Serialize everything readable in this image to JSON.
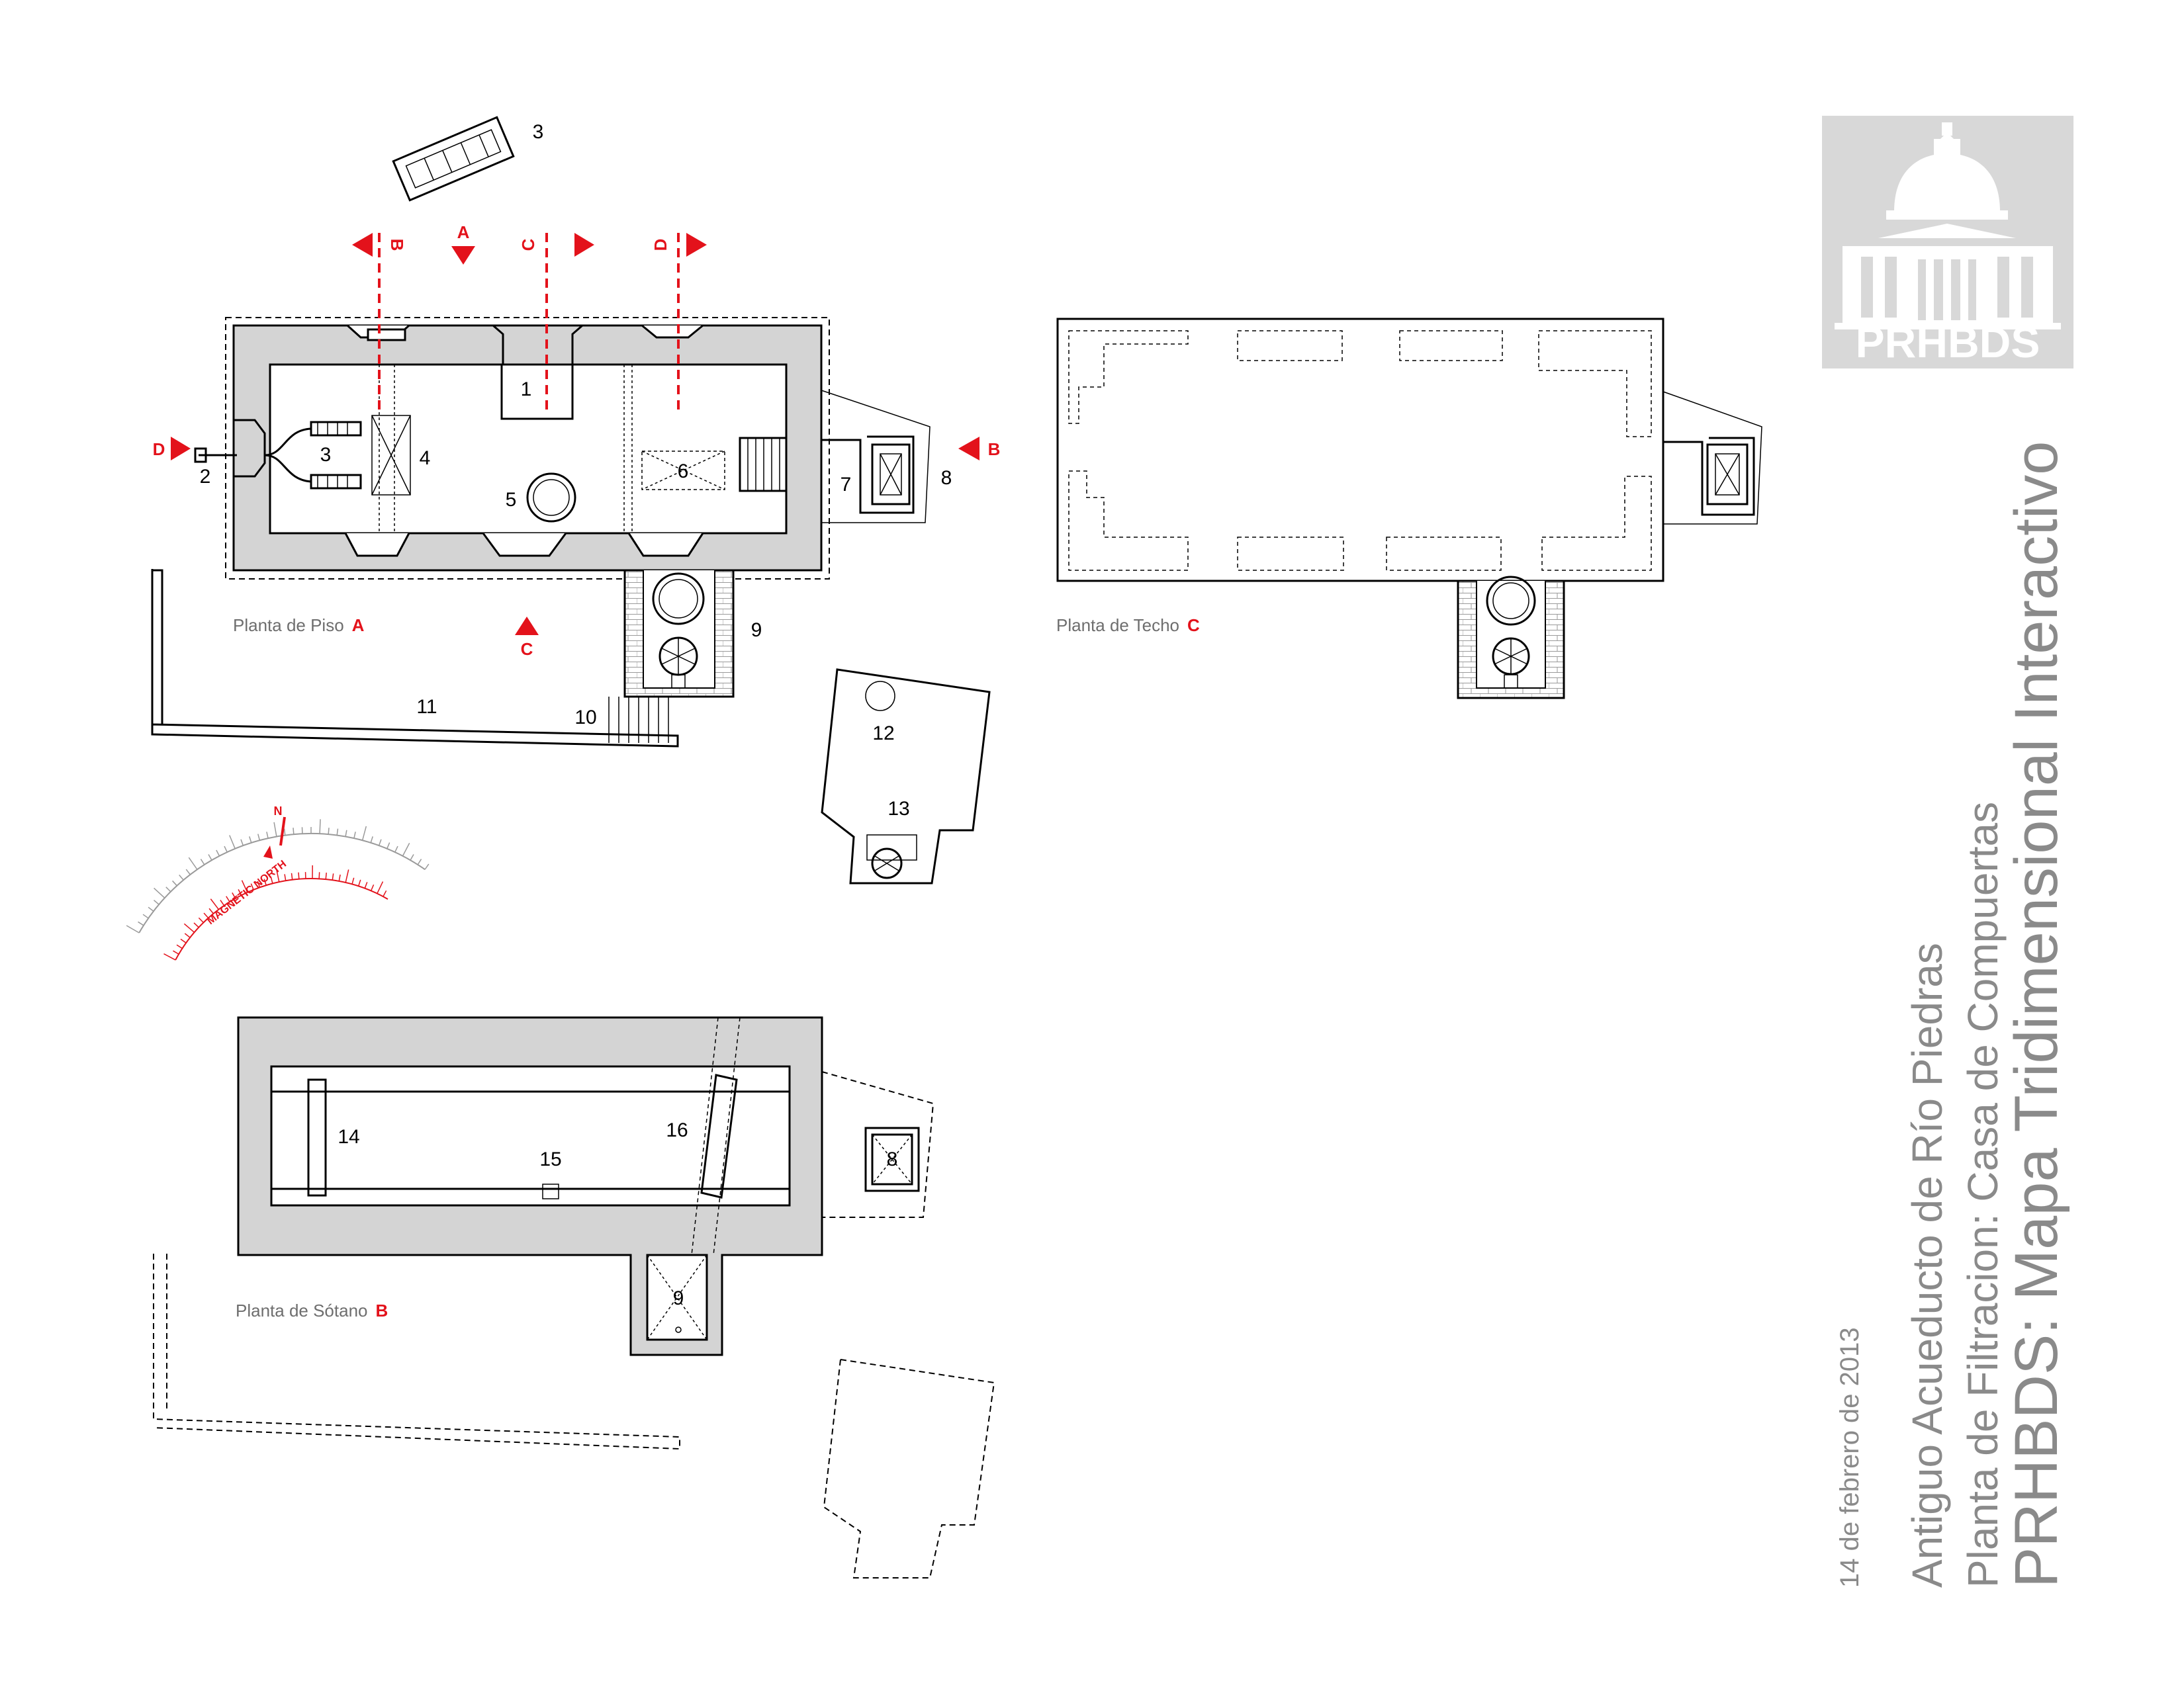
{
  "title": {
    "line1": "PRHBDS: Mapa Tridimensional Interactivo",
    "line2": "Planta de Filtracion: Casa de Compuertas",
    "line3": "Antiguo Acueducto de Río Piedras",
    "date": "14 de febrero de 2013"
  },
  "logo": {
    "text": "PRHBDS"
  },
  "plans": {
    "floor": {
      "label": "Planta de Piso",
      "code": "A"
    },
    "roof": {
      "label": "Planta de Techo",
      "code": "C"
    },
    "basement": {
      "label": "Planta de Sótano",
      "code": "B"
    }
  },
  "section_cuts": {
    "a": "A",
    "b": "B",
    "c": "C",
    "d": "D"
  },
  "compass": {
    "north": "N",
    "magnetic": "MAGNETIC NORTH"
  },
  "floor_numbers": [
    "1",
    "2",
    "3",
    "3",
    "4",
    "5",
    "6",
    "7",
    "8",
    "9",
    "10",
    "11",
    "12",
    "13"
  ],
  "basement_numbers": [
    "14",
    "15",
    "16",
    "8",
    "9"
  ],
  "colors": {
    "accent": "#e3121b",
    "wall": "#d4d4d4",
    "title": "#8a8a8a",
    "logo_bg": "#d8d8d8"
  }
}
